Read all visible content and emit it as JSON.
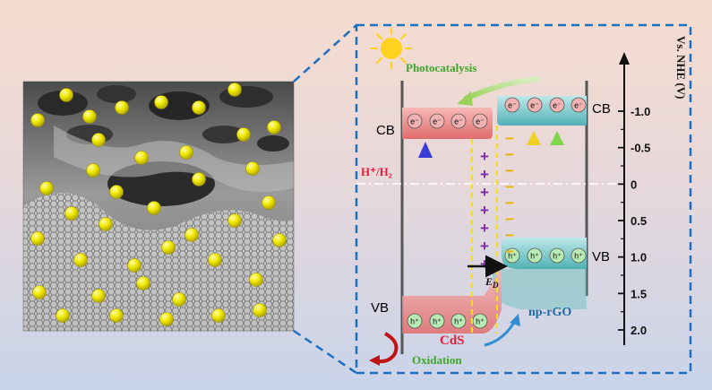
{
  "diagram": {
    "photocatalysis": "Photocatalysis",
    "oxidation": "Oxidation",
    "cds": "CdS",
    "rgo": "np-rGO",
    "cb_left": "CB",
    "cb_right": "CB",
    "vb_left": "VB",
    "vb_right": "VB",
    "h_h2": "H⁺/H₂",
    "ed_label": "E",
    "ed_sub": "D",
    "electron": "e⁻",
    "hole": "h⁺",
    "plus": "+",
    "minus": "−"
  },
  "axis": {
    "title": "Vs. NHE (V)",
    "ticks": [
      "-1.0",
      "-0.5",
      "0",
      "0.5",
      "1.0",
      "1.5",
      "2.0"
    ]
  },
  "colors": {
    "cds_band": "#e97b7b",
    "rgo_band": "#6fc3c6",
    "electron": "#f3b3b3",
    "hole": "#b8ecb4",
    "plus": "#7b2da3",
    "minus": "#f0b000",
    "photocatalysis": "#3fa62b",
    "cds_text": "#e0203a",
    "rgo_text": "#1a6aa3"
  }
}
